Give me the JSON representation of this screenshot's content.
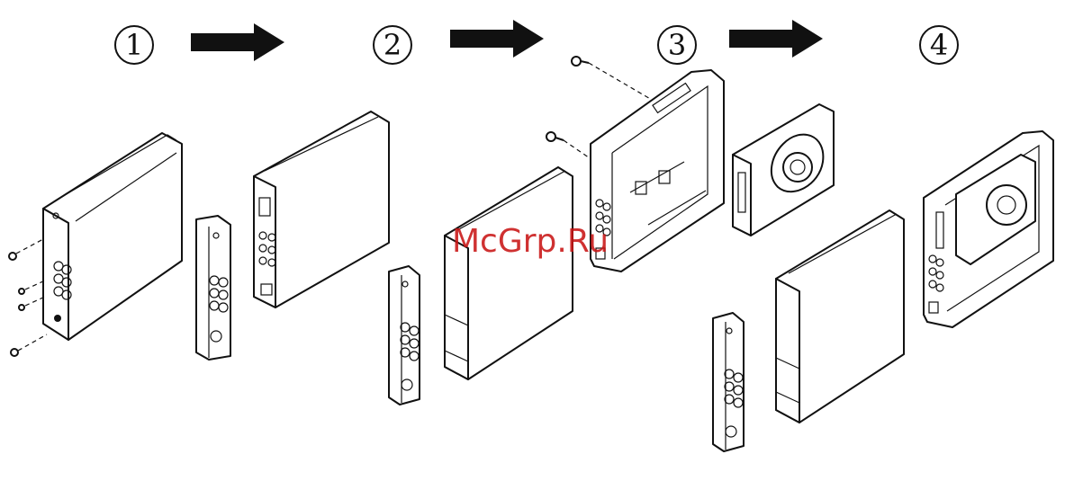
{
  "steps": [
    {
      "label": "1"
    },
    {
      "label": "2"
    },
    {
      "label": "3"
    },
    {
      "label": "4"
    }
  ],
  "watermark": "McGrp.Ru",
  "colors": {
    "line": "#111111",
    "watermark": "#c81414",
    "background": "#ffffff"
  }
}
